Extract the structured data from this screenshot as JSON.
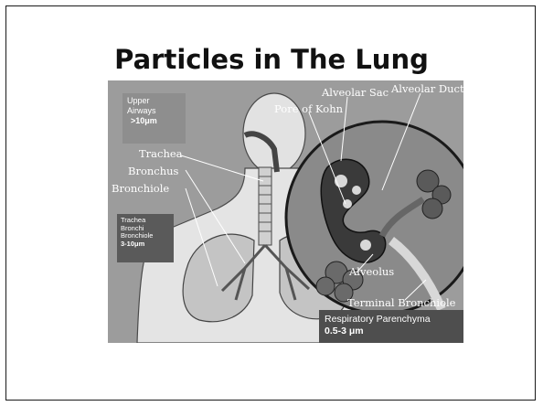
{
  "slide": {
    "title": "Particles in The Lung"
  },
  "diagram": {
    "region_boxes": {
      "upper": {
        "lines": [
          "Upper",
          "Airways"
        ],
        "size": ">10μm"
      },
      "middle": {
        "lines": [
          "Trachea",
          "Bronchi",
          "Bronchiole"
        ],
        "size": "3-10μm"
      },
      "lower": {
        "name": "Respiratory Parenchyma",
        "size": "0.5-3 μm"
      }
    },
    "labels": {
      "trachea": "Trachea",
      "bronchus": "Bronchus",
      "bronchiole": "Bronchiole",
      "alveolar_sac": "Alveolar Sac",
      "alveolar_duct": "Alveolar Duct",
      "pore_of_kohn": "Pore of Kohn",
      "alveolus": "Alveolus",
      "terminal_bronchiole": "Terminal Bronchiole"
    }
  }
}
